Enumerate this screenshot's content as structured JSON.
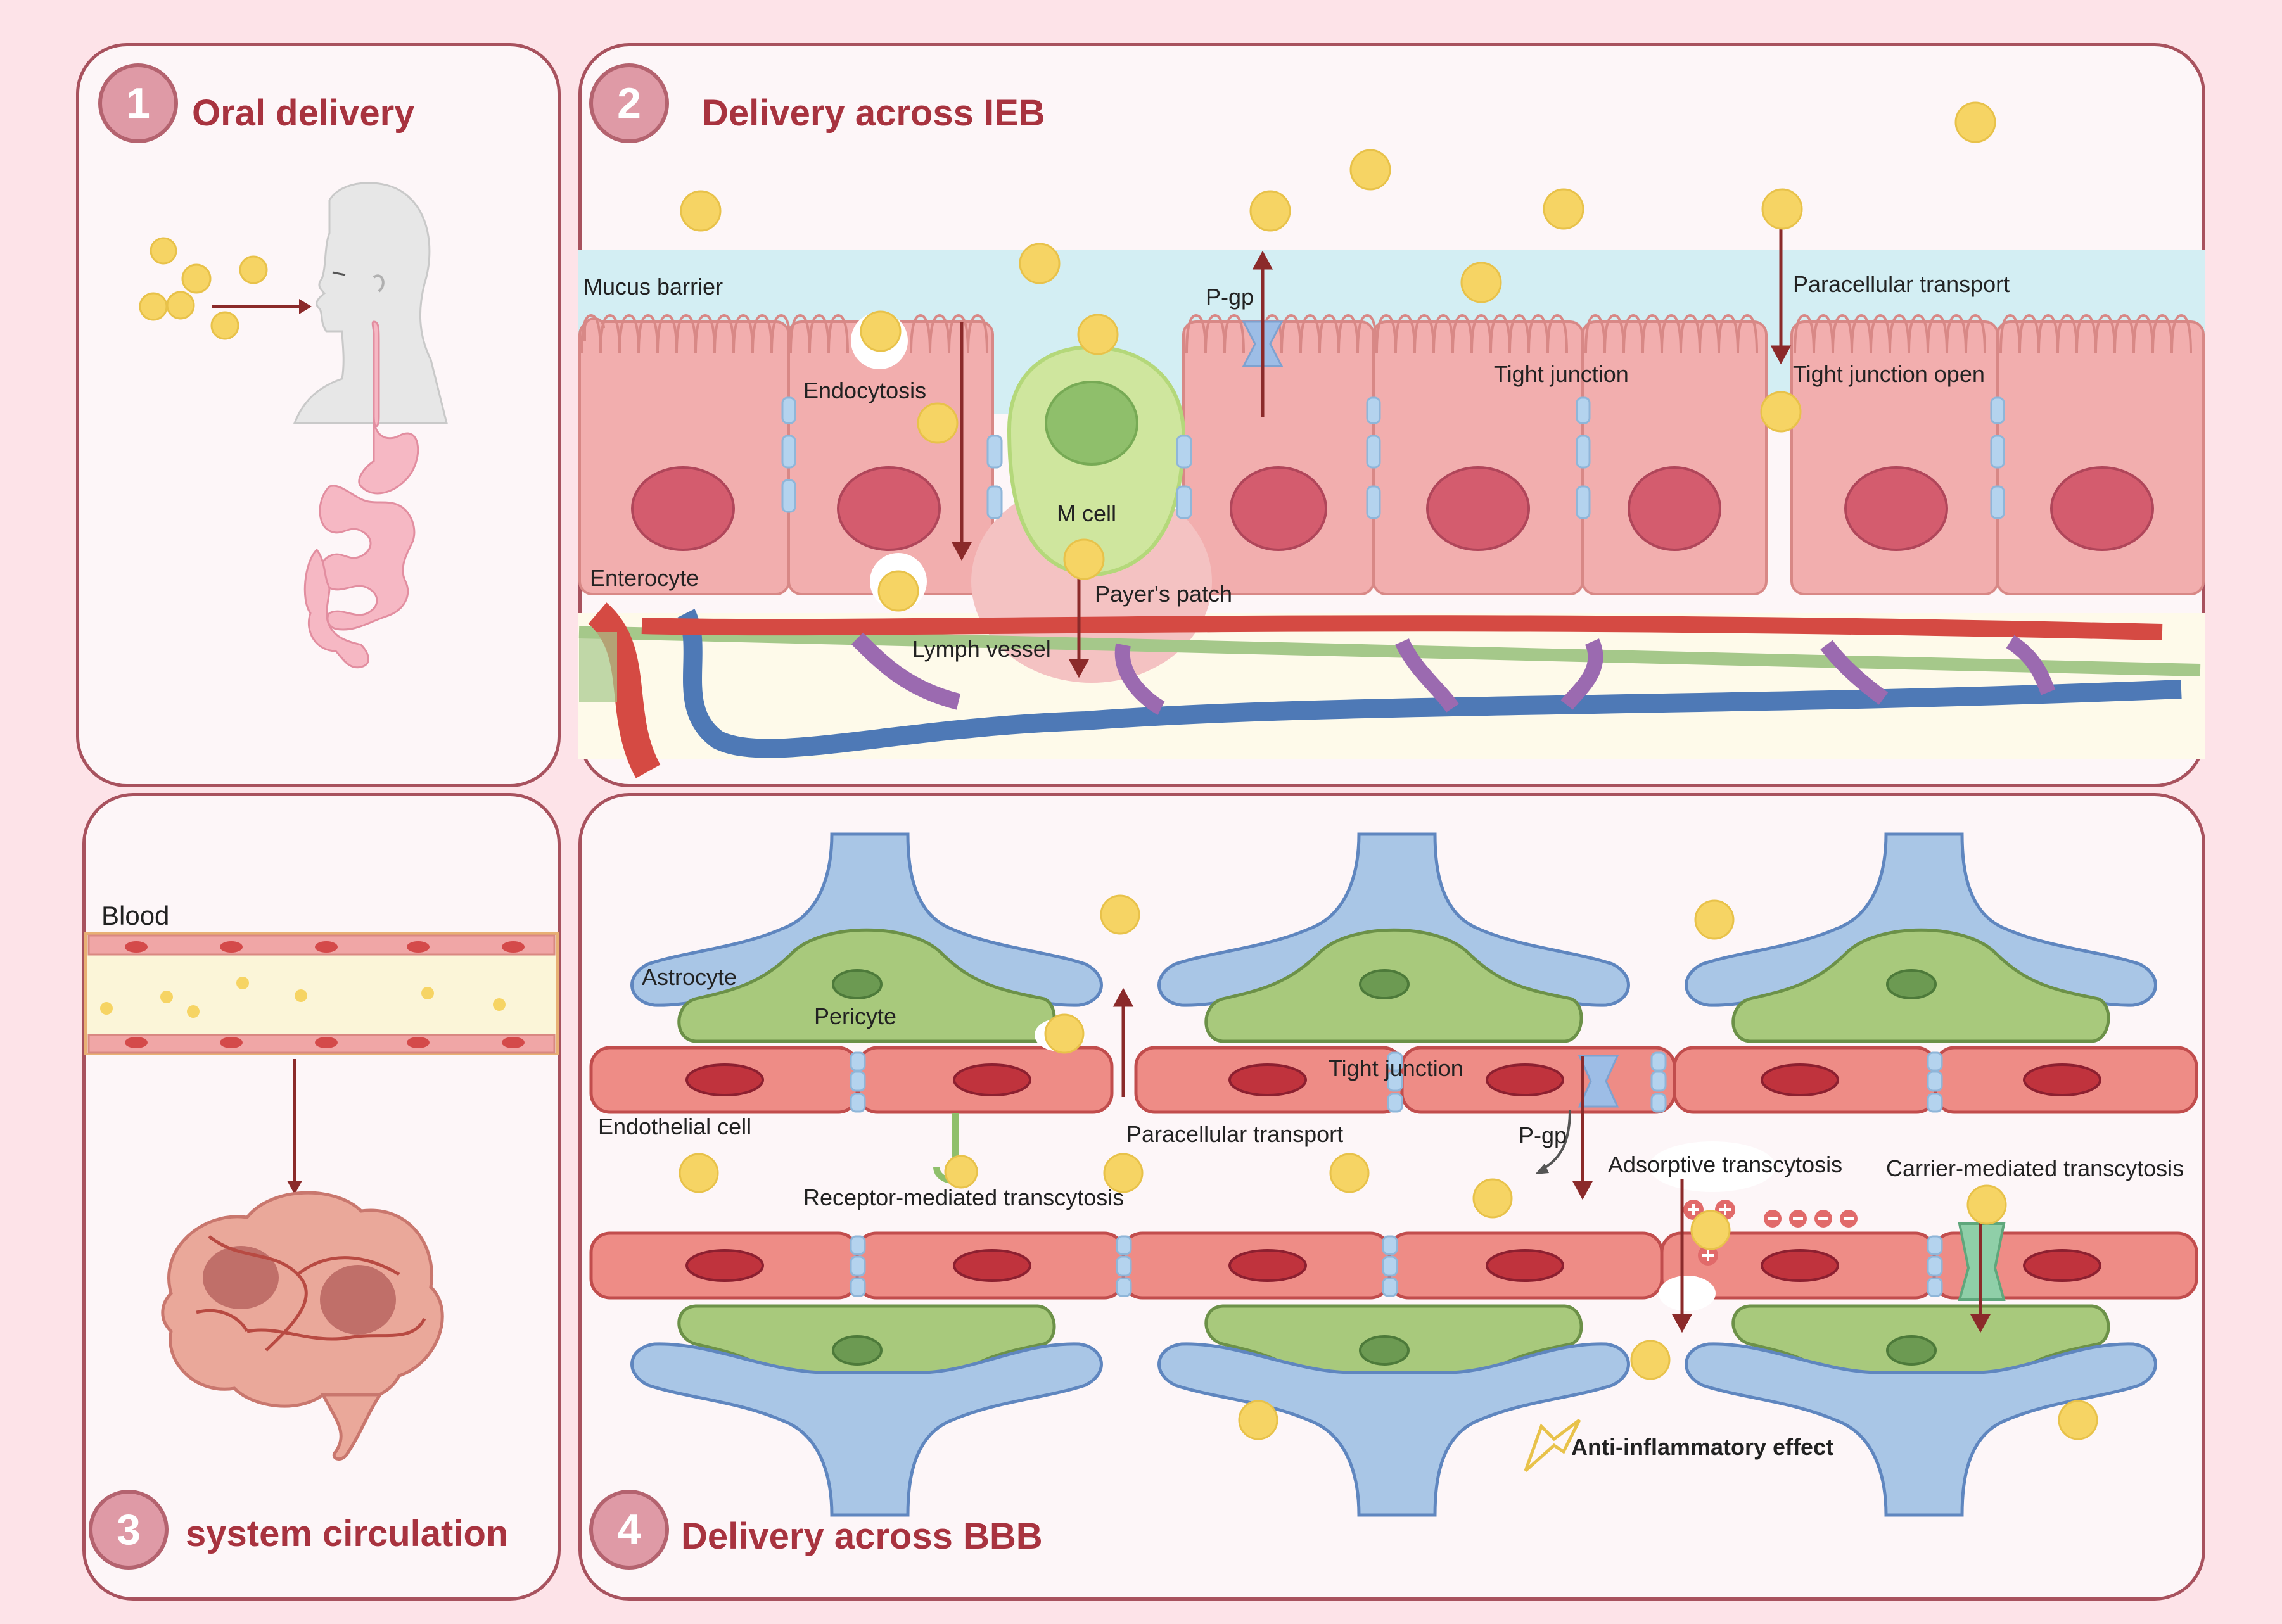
{
  "panels": {
    "p1": {
      "number": "1",
      "title": "Oral delivery"
    },
    "p2": {
      "number": "2",
      "title": "Delivery across IEB"
    },
    "p3": {
      "number": "3",
      "title": "system circulation"
    },
    "p4": {
      "number": "4",
      "title": "Delivery across BBB"
    }
  },
  "ieb_labels": {
    "mucus": "Mucus barrier",
    "endocytosis": "Endocytosis",
    "mcell": "M cell",
    "enterocyte": "Enterocyte",
    "payers": "Payer's patch",
    "lymph": "Lymph vessel",
    "pgp": "P-gp",
    "tight": "Tight junction",
    "paracellular": "Paracellular transport",
    "tight_open": "Tight junction open"
  },
  "circ_labels": {
    "blood": "Blood"
  },
  "bbb_labels": {
    "astrocyte": "Astrocyte",
    "pericyte": "Pericyte",
    "tight": "Tight junction",
    "endothelial": "Endothelial cell",
    "paracellular": "Paracellular transport",
    "receptor": "Receptor-mediated transcytosis",
    "pgp": "P-gp",
    "adsorptive": "Adsorptive transcytosis",
    "carrier": "Carrier-mediated transcytosis",
    "anti": "Anti-inflammatory effect"
  },
  "colors": {
    "accent": "#a8333f",
    "nanoparticle": "#f6d464",
    "epithelium": "#f2aeae",
    "astrocyte": "#a9c6e6",
    "pericyte": "#a8c97c",
    "endothelium": "#ee8c86"
  }
}
